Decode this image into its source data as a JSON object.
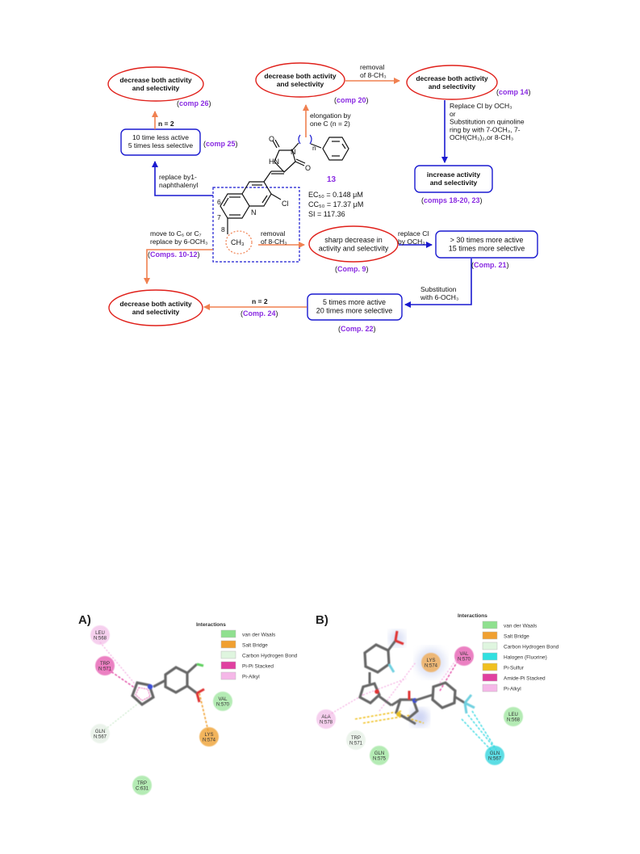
{
  "sar": {
    "top_left_oval": "decrease both activity|and selectivity",
    "top_left_ref": "comp 26",
    "top_mid_oval": "decrease both activity|and selectivity",
    "top_mid_ref": "comp 20",
    "top_right_oval": "decrease both activity|and selectivity",
    "top_right_ref": "comp 14",
    "removal_top": "removal|of 8-CH₃",
    "box_25": "10 time less active|5 times less selective",
    "ref_25": "comp 25",
    "n2_upper": "n = 2",
    "naphthalenyl": "replace by1-|naphthalenyl",
    "elongation": "elongation by|one C (n  = 2)",
    "replace_cl_sub": "Replace Cl  by OCH₃|or|Substitution on quinoline|ring by with 7-OCH₃, 7-|OCH(CH₃)₂,or 8-CH₃",
    "increase_box": "increase activity|and selectivity",
    "increase_ref": "comps 18-20, 23",
    "compound_number": "13",
    "ec50": "EC₅₀ = 0.148 μM",
    "cc50": "CC₅₀ = 17.37 μM",
    "si": "SI = 117.36",
    "move_to": "move to C₆ or C₇|replace by 6-OCH₃",
    "comps_10_12": "Comps. 10-12",
    "removal_mid": "removal|of 8-CH₃",
    "sharp_oval": "sharp decrease in|activity and selectivity",
    "comp_9": "Comp. 9",
    "replace_cl": "replace Cl|by OCH₃",
    "box_21": "> 30 times more active|15 times more selective",
    "comp_21": "Comp. 21",
    "substitution": "Substitution|with 6-OCH₃",
    "box_22": "5 times more active|20 times more selective",
    "comp_22": "Comp. 22",
    "n2_lower": "n = 2",
    "comp_24": "Comp. 24",
    "bottom_left_oval": "decrease both activity|and selectivity",
    "atom_n_ring": "N",
    "atom_n_imid": "N",
    "atom_hn": "HN",
    "atom_o1": "O",
    "atom_o2": "O",
    "atom_cl": "Cl",
    "atom_ch3": "CH₃",
    "pos6": "6",
    "pos7": "7",
    "pos8": "8",
    "atom_n_sub": "n"
  },
  "panel_a": {
    "label": "A)",
    "legend_title": "Interactions",
    "legend": [
      {
        "label": "van der Waals",
        "color": "#8fe08f"
      },
      {
        "label": "Salt Bridge",
        "color": "#f0a030"
      },
      {
        "label": "Carbon Hydrogen Bond",
        "color": "#dff5df"
      },
      {
        "label": "Pi-Pi Stacked",
        "color": "#e040a0"
      },
      {
        "label": "Pi-Alkyl",
        "color": "#f5b8e8"
      }
    ],
    "residues": [
      "LEU|N:568",
      "TRP|N:571",
      "VAL|N:570",
      "GLN|N:567",
      "LYS|N:574",
      "TRP|C:631"
    ]
  },
  "panel_b": {
    "label": "B)",
    "legend_title": "Interactions",
    "legend": [
      {
        "label": "van der Waals",
        "color": "#8fe08f"
      },
      {
        "label": "Salt Bridge",
        "color": "#f0a030"
      },
      {
        "label": "Carbon Hydrogen Bond",
        "color": "#dff5df"
      },
      {
        "label": "Halogen (Fluorine)",
        "color": "#30e0e0"
      },
      {
        "label": "Pi-Sulfur",
        "color": "#f0c020"
      },
      {
        "label": "Amide-Pi Stacked",
        "color": "#e040a0"
      },
      {
        "label": "Pi-Alkyl",
        "color": "#f5b8e8"
      }
    ],
    "residues": [
      "LYS|N:574",
      "VAL|N:570",
      "LEU|N:568",
      "ALA|N:578",
      "TRP|N:571",
      "GLN|N:575",
      "GLN|N:567"
    ]
  }
}
